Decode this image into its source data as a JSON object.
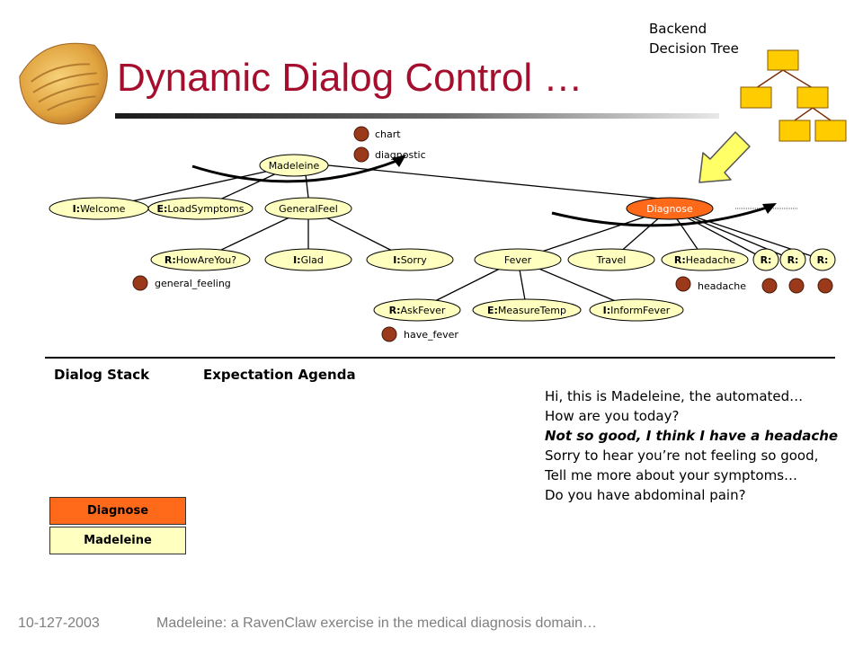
{
  "title": "Dynamic Dialog Control …",
  "backend": {
    "line1": "Backend",
    "line2": "Decision Tree"
  },
  "tree": {
    "madeleine": "Madeleine",
    "welcome": {
      "prefix": "I:",
      "label": "Welcome"
    },
    "load_symptoms": {
      "prefix": "E:",
      "label": "LoadSymptoms"
    },
    "general_feel": "GeneralFeel",
    "diagnose": "Diagnose",
    "how_are_you": {
      "prefix": "R:",
      "label": "HowAreYou?"
    },
    "glad": {
      "prefix": "I:",
      "label": "Glad"
    },
    "sorry": {
      "prefix": "I:",
      "label": "Sorry"
    },
    "fever": "Fever",
    "travel": "Travel",
    "headache": {
      "prefix": "R:",
      "label": "Headache"
    },
    "r_small_1": "R:",
    "r_small_2": "R:",
    "r_small_3": "R:",
    "ask_fever": {
      "prefix": "R:",
      "label": "AskFever"
    },
    "measure_temp": {
      "prefix": "E:",
      "label": "MeasureTemp"
    },
    "inform_fever": {
      "prefix": "I:",
      "label": "InformFever"
    }
  },
  "concepts": {
    "chart": "chart",
    "diagnostic": "diagnostic",
    "general_feeling": "general_feeling",
    "headache": "headache",
    "have_fever": "have_fever"
  },
  "labels": {
    "dialog_stack": "Dialog Stack",
    "expectation_agenda": "Expectation Agenda"
  },
  "stack": [
    "Diagnose",
    "Madeleine"
  ],
  "transcript": {
    "line1": "Hi, this is Madeleine, the automated…",
    "line2": "How are you today?",
    "user": "Not so good, I think I have a headache",
    "line4": "Sorry to hear you’re not feeling so good,",
    "line5": "Tell me more about your symptoms…",
    "line6": "Do you have abdominal pain?"
  },
  "footer": {
    "date": "10-127-2003",
    "caption": "Madeleine: a RavenClaw exercise in the medical diagnosis domain…"
  },
  "colors": {
    "node_fill": "#ffffc0",
    "active_fill": "#ff6a1a",
    "concept_fill": "#9a3a1a",
    "title": "#a50f2d",
    "stack_bottom": "#ffffc0",
    "tree_box": "#ffcc00",
    "arrow_fill": "#ffff66"
  }
}
